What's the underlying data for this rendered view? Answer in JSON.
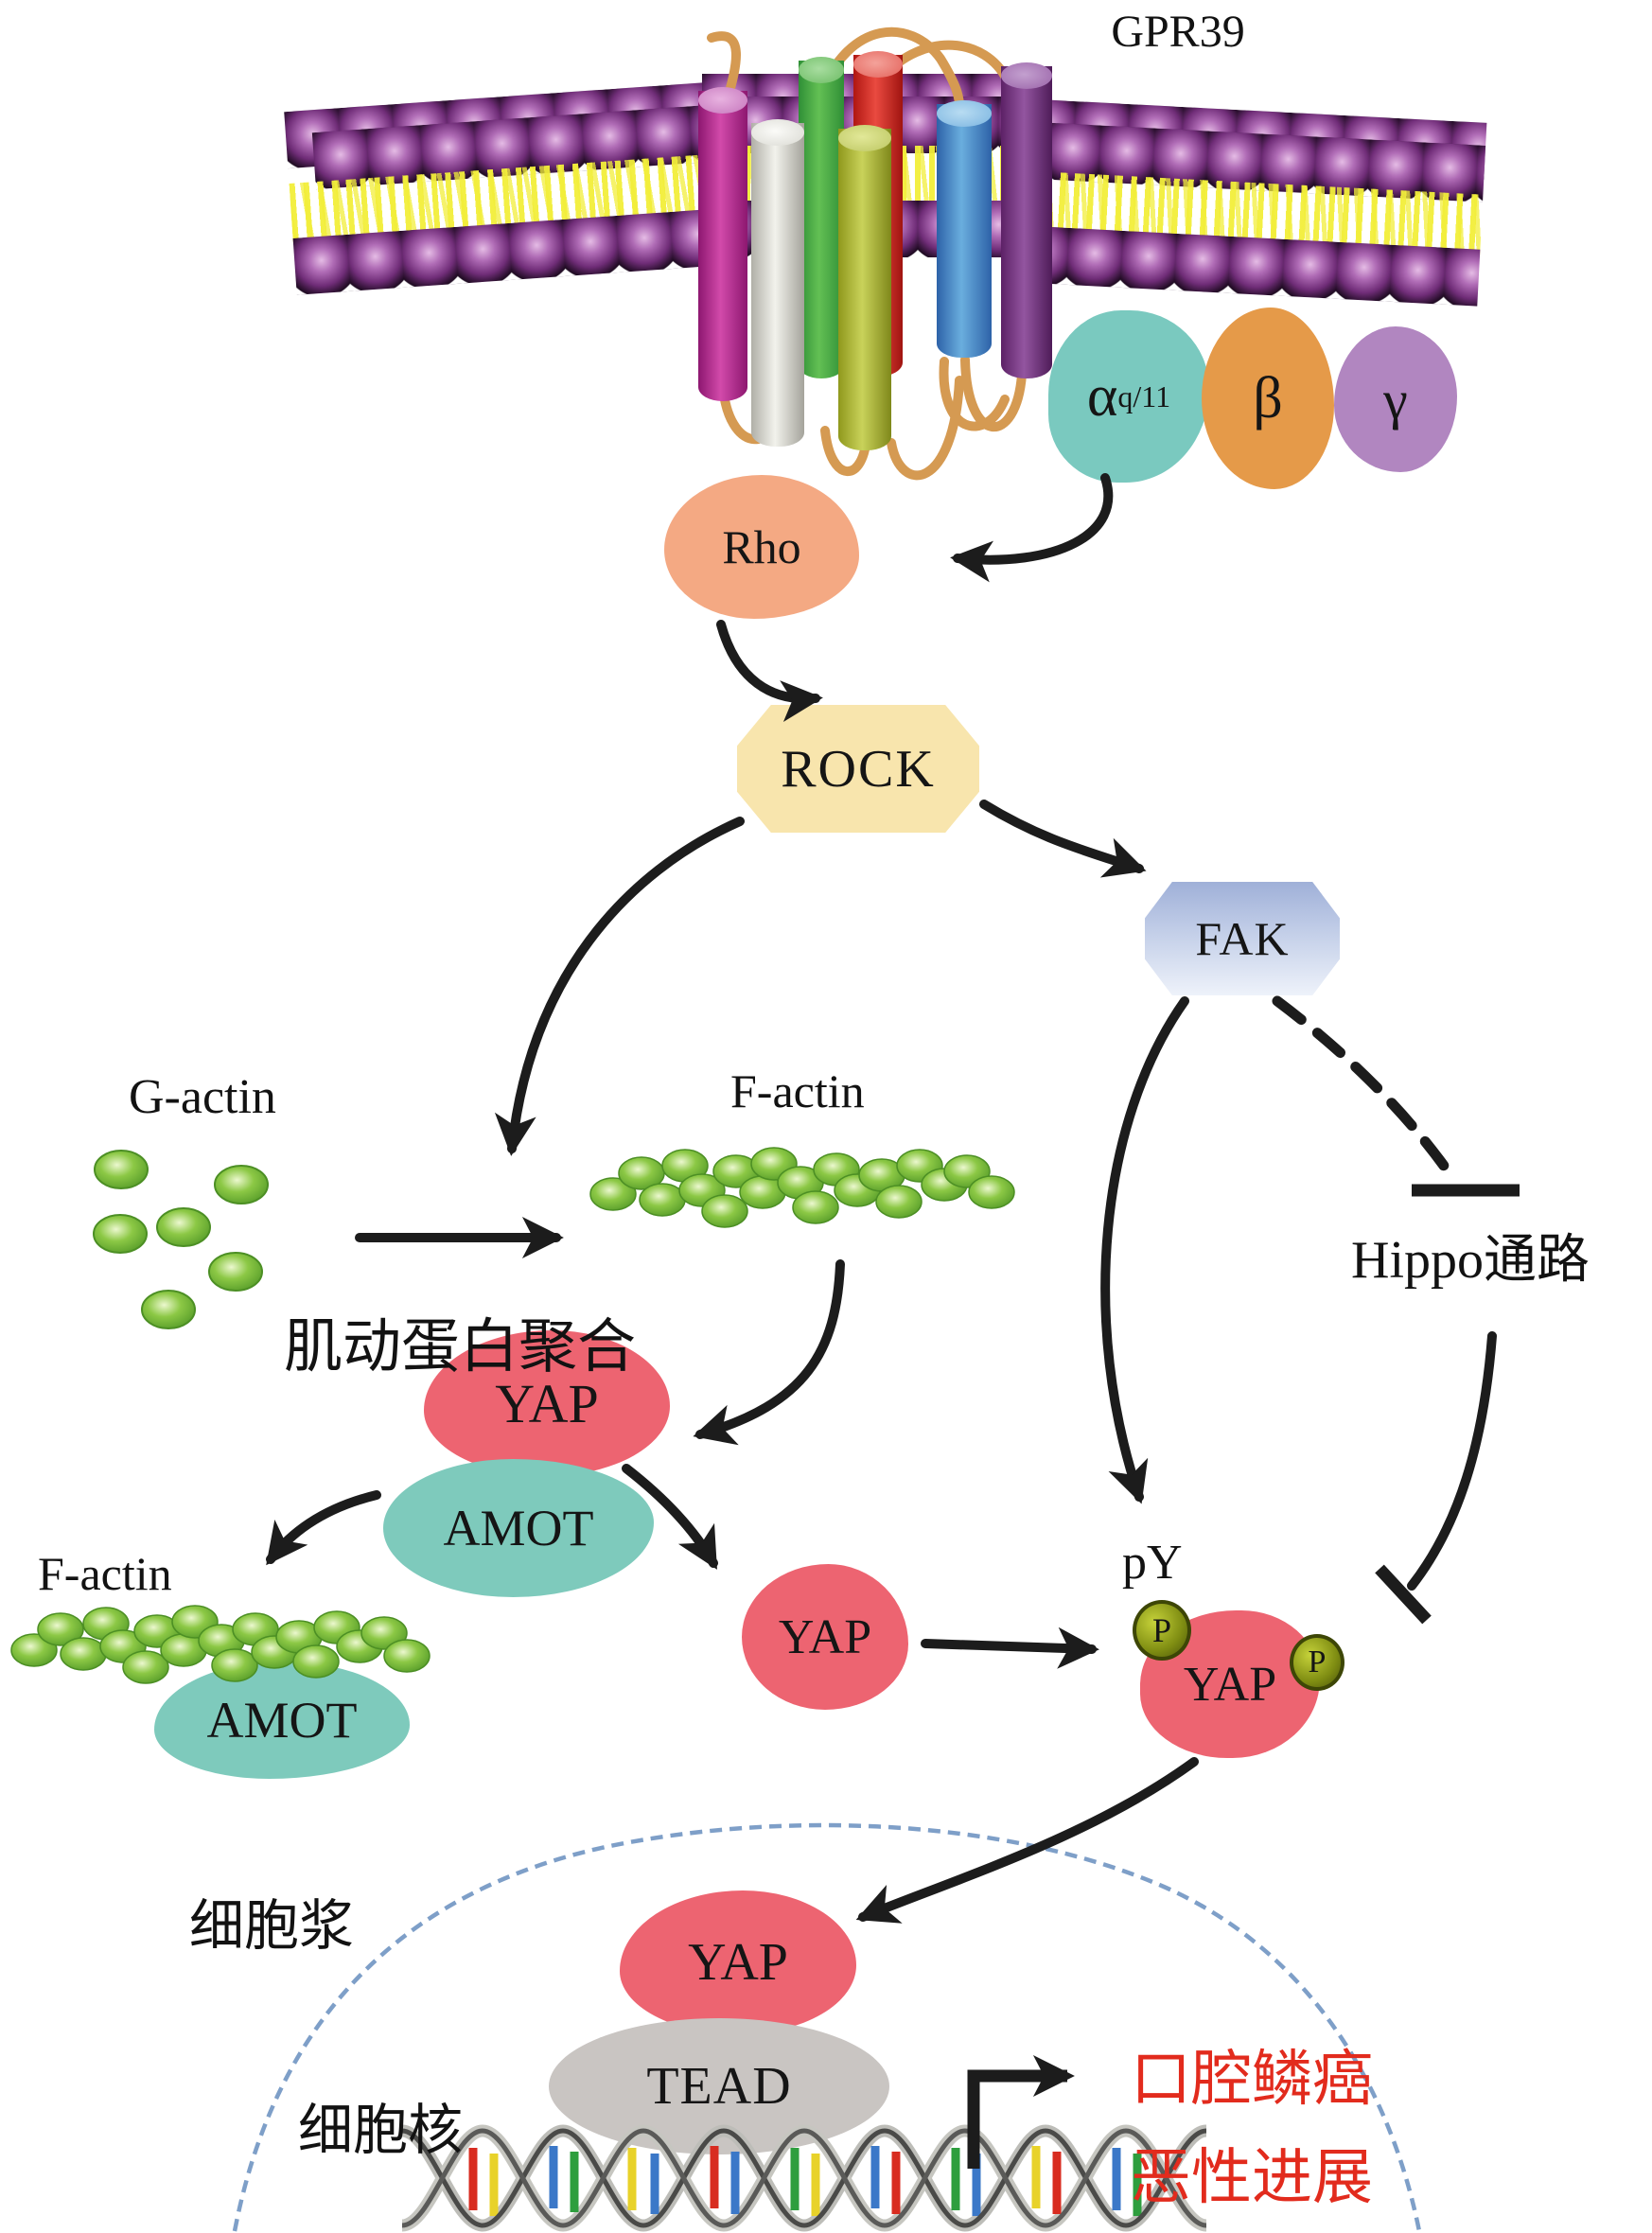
{
  "colors": {
    "rose": "#ed6471",
    "teal": "#7ecabc",
    "salmon": "#f4a983",
    "wheat": "#f8e5ad",
    "fak_blue": "#b4c2e2",
    "gray": "#c9c5c2",
    "alpha_teal": "#7ac9bf",
    "beta_orange": "#e59a49",
    "gamma_purple": "#b186c0",
    "actin_green": "#7bbf3e",
    "phospho_olive": "#8f9c20",
    "arrow_black": "#1c1c1c",
    "nucleus_arc": "#7e9fc8",
    "outcome_red": "#e22b1d",
    "membrane_purple": "#702d78",
    "tail_yellow": "#f2ee3a",
    "loop_orange": "#d59a52"
  },
  "receptor": {
    "label": "GPR39"
  },
  "g_protein": {
    "alpha": "α",
    "alpha_sub": "q/11",
    "beta": "β",
    "gamma": "γ"
  },
  "nodes": {
    "rho": "Rho",
    "rock": "ROCK",
    "fak": "FAK"
  },
  "actin": {
    "g_label": "G-actin",
    "f_label_upper": "F-actin",
    "f_label_lower": "F-actin",
    "polymerization": "肌动蛋白聚合"
  },
  "yap_amot": {
    "yap_upper": "YAP",
    "amot_upper": "AMOT",
    "amot_lower": "AMOT",
    "yap_free": "YAP",
    "yap_phospho": "YAP",
    "py": "pY",
    "p_badge": "P"
  },
  "hippo": {
    "label": "Hippo通路"
  },
  "nucleus_area": {
    "cytoplasm": "细胞浆",
    "nucleus": "细胞核",
    "yap": "YAP",
    "tead": "TEAD"
  },
  "outcome": {
    "line1": "口腔鳞癌",
    "line2": "恶性进展"
  }
}
